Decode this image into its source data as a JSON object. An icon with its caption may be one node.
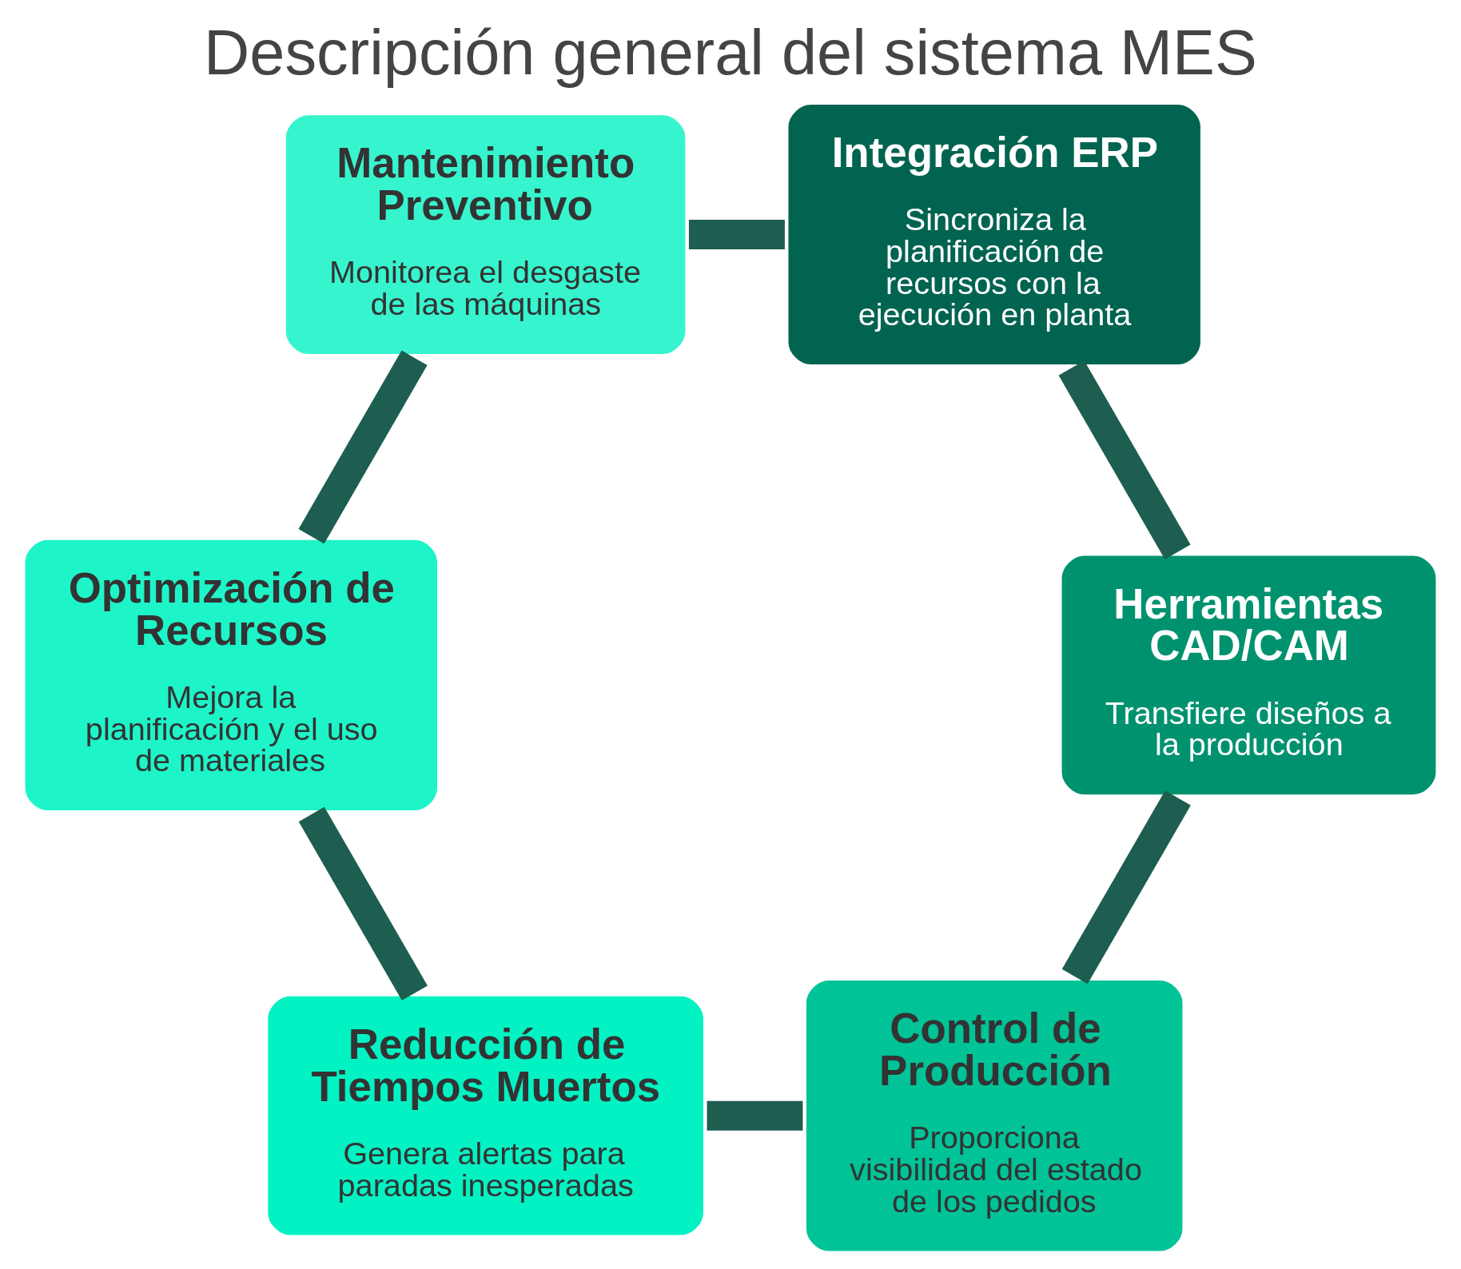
{
  "diagram": {
    "title": "Descripción general del sistema MES",
    "nodes": [
      {
        "text": [
          "Integración ERP",
          "Sincroniza la planificación de recursos con la ejecución en planta"
        ]
      },
      {
        "text": [
          "Herramientas CAD/CAM",
          "Transfiere diseños a la producción"
        ]
      },
      {
        "text": [
          "Control de Producción",
          "Proporciona visibilidad del estado de los pedidos"
        ]
      },
      {
        "text": [
          "Reducción de Tiempos Muertos",
          "Genera alertas para paradas inesperadas"
        ]
      },
      {
        "text": [
          "Optimización de Recursos",
          "Mejora la planificación y el uso de materiales"
        ]
      },
      {
        "text": [
          "Mantenimiento Preventivo",
          "Monitorea el desgaste de las máquinas"
        ]
      }
    ],
    "edges": [
      {
        "from": 0,
        "to": 1,
        "arrow": "none"
      },
      {
        "from": 1,
        "to": 2,
        "arrow": "none"
      },
      {
        "from": 2,
        "to": 3,
        "arrow": "none"
      },
      {
        "from": 3,
        "to": 4,
        "arrow": "none"
      },
      {
        "from": 4,
        "to": 5,
        "arrow": "none"
      },
      {
        "from": 5,
        "to": 0,
        "arrow": "none"
      }
    ]
  }
}
